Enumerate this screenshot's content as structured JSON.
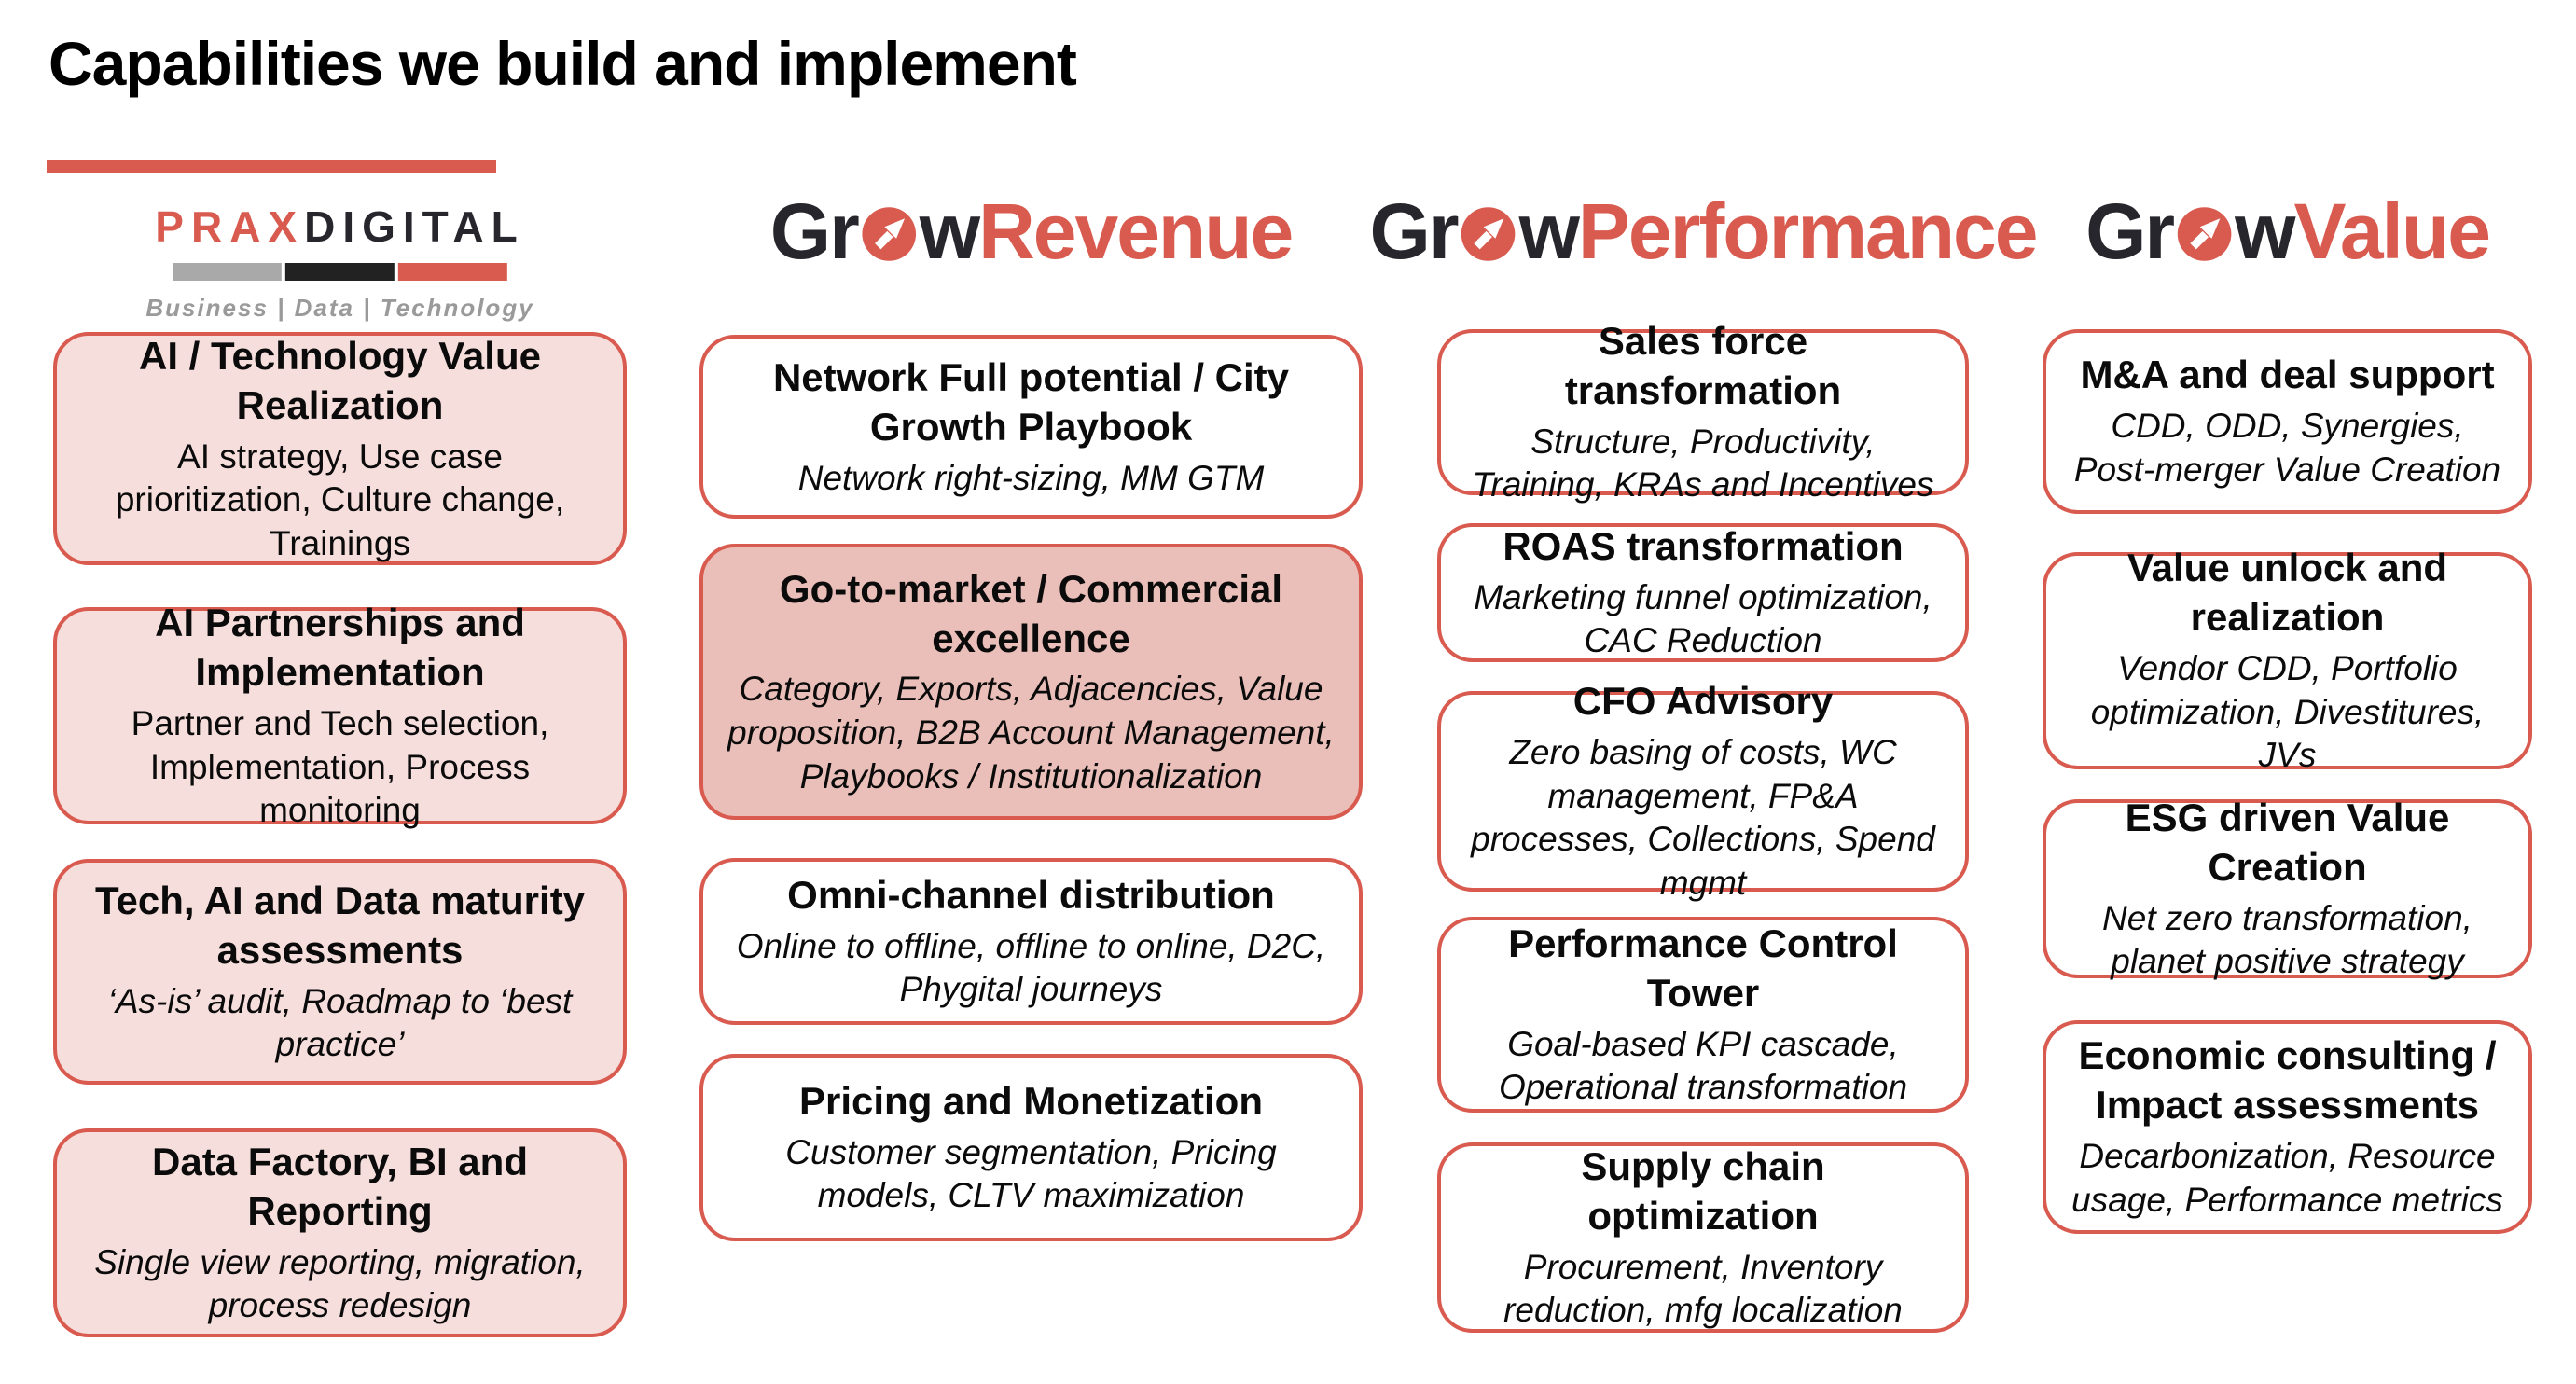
{
  "page": {
    "title": "Capabilities we build and implement"
  },
  "colors": {
    "accent": "#D95B4F",
    "light_pink": "#F6DEDC",
    "dark_pink": "#EBBFB9",
    "logo_dark": "#26262C",
    "bar_gray": "#A9A9A9",
    "bar_black": "#222222",
    "tagline_gray": "#9A9A9A"
  },
  "columns": [
    {
      "id": "praxdigital",
      "logo": {
        "brand_primary": "PRAX",
        "brand_secondary": "DIGITAL",
        "tagline": "Business | Data | Technology"
      },
      "cards": [
        {
          "title": "AI / Technology Value Realization",
          "subtitle": "AI strategy, Use case prioritization, Culture change, Trainings",
          "variant": "pink",
          "italic": false
        },
        {
          "title": "AI Partnerships and Implementation",
          "subtitle": "Partner and Tech selection, Implementation, Process monitoring",
          "variant": "pink",
          "italic": false
        },
        {
          "title": "Tech, AI and Data maturity assessments",
          "subtitle": "‘As-is’ audit, Roadmap to ‘best practice’",
          "variant": "pink",
          "italic": true
        },
        {
          "title": "Data Factory, BI and Reporting",
          "subtitle": "Single view reporting, migration, process redesign",
          "variant": "pink",
          "italic": true
        }
      ]
    },
    {
      "id": "grow-revenue",
      "logo": {
        "prefix": "Gr",
        "suffix": "w",
        "brand": "Revenue"
      },
      "cards": [
        {
          "title": "Network Full potential / City Growth Playbook",
          "subtitle": "Network right-sizing, MM GTM",
          "variant": "white",
          "italic": true
        },
        {
          "title": "Go-to-market / Commercial excellence",
          "subtitle": "Category, Exports, Adjacencies, Value proposition, B2B Account Management, Playbooks / Institutionalization",
          "variant": "darkpink",
          "italic": true
        },
        {
          "title": "Omni-channel distribution",
          "subtitle": "Online to offline, offline to online, D2C, Phygital journeys",
          "variant": "white",
          "italic": true
        },
        {
          "title": "Pricing and Monetization",
          "subtitle": "Customer segmentation, Pricing models, CLTV maximization",
          "variant": "white",
          "italic": true
        }
      ]
    },
    {
      "id": "grow-performance",
      "logo": {
        "prefix": "Gr",
        "suffix": "w",
        "brand": "Performance"
      },
      "cards": [
        {
          "title": "Sales force transformation",
          "subtitle": "Structure, Productivity, Training, KRAs and Incentives",
          "variant": "white",
          "italic": true
        },
        {
          "title": "ROAS transformation",
          "subtitle": "Marketing funnel optimization, CAC Reduction",
          "variant": "white",
          "italic": true
        },
        {
          "title": "CFO Advisory",
          "subtitle": "Zero basing of costs, WC management, FP&A processes, Collections, Spend mgmt",
          "variant": "white",
          "italic": true
        },
        {
          "title": "Performance Control Tower",
          "subtitle": "Goal-based KPI cascade, Operational transformation",
          "variant": "white",
          "italic": true
        },
        {
          "title": "Supply chain optimization",
          "subtitle": "Procurement, Inventory reduction, mfg localization",
          "variant": "white",
          "italic": true
        }
      ]
    },
    {
      "id": "grow-value",
      "logo": {
        "prefix": "Gr",
        "suffix": "w",
        "brand": "Value"
      },
      "cards": [
        {
          "title": "M&A and deal support",
          "subtitle": "CDD, ODD, Synergies, Post-merger Value Creation",
          "variant": "white",
          "italic": true
        },
        {
          "title": "Value unlock and realization",
          "subtitle": "Vendor CDD, Portfolio optimization, Divestitures, JVs",
          "variant": "white",
          "italic": true
        },
        {
          "title": "ESG driven Value Creation",
          "subtitle": "Net zero transformation, planet positive strategy",
          "variant": "white",
          "italic": true
        },
        {
          "title": "Economic consulting / Impact assessments",
          "subtitle": "Decarbonization, Resource usage, Performance metrics",
          "variant": "white",
          "italic": true
        }
      ]
    }
  ]
}
